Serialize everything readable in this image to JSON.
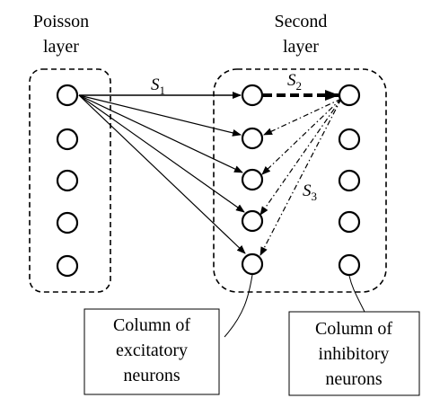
{
  "labels": {
    "poisson_line1": "Poisson",
    "poisson_line2": "layer",
    "second_line1": "Second",
    "second_line2": "layer",
    "exc_line1": "Column of",
    "exc_line2": "excitatory",
    "exc_line3": "neurons",
    "inh_line1": "Column of",
    "inh_line2": "inhibitory",
    "inh_line3": "neurons"
  },
  "synapses": {
    "s1": {
      "letter": "S",
      "index": "1"
    },
    "s2": {
      "letter": "S",
      "index": "2"
    },
    "s3": {
      "letter": "S",
      "index": "3"
    }
  }
}
